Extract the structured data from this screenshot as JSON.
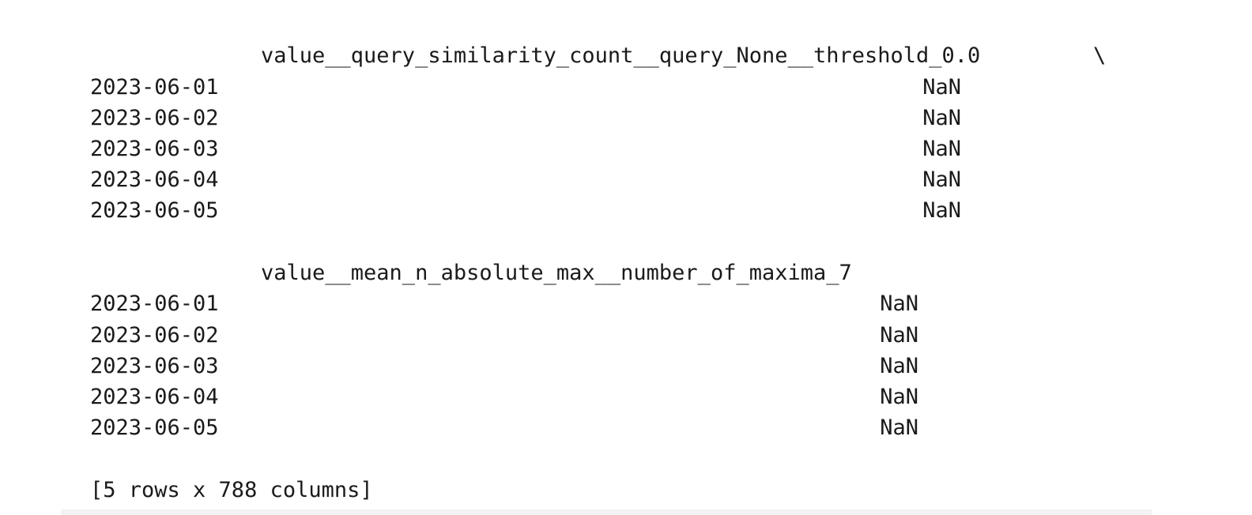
{
  "block1": {
    "column": "value__query_similarity_count__query_None__threshold_0.0",
    "continuation": "\\",
    "rows": [
      {
        "index": "2023-06-01",
        "value": "NaN"
      },
      {
        "index": "2023-06-02",
        "value": "NaN"
      },
      {
        "index": "2023-06-03",
        "value": "NaN"
      },
      {
        "index": "2023-06-04",
        "value": "NaN"
      },
      {
        "index": "2023-06-05",
        "value": "NaN"
      }
    ]
  },
  "block2": {
    "column": "value__mean_n_absolute_max__number_of_maxima_7",
    "rows": [
      {
        "index": "2023-06-01",
        "value": "NaN"
      },
      {
        "index": "2023-06-02",
        "value": "NaN"
      },
      {
        "index": "2023-06-03",
        "value": "NaN"
      },
      {
        "index": "2023-06-04",
        "value": "NaN"
      },
      {
        "index": "2023-06-05",
        "value": "NaN"
      }
    ]
  },
  "summary": "[5 rows x 788 columns]"
}
